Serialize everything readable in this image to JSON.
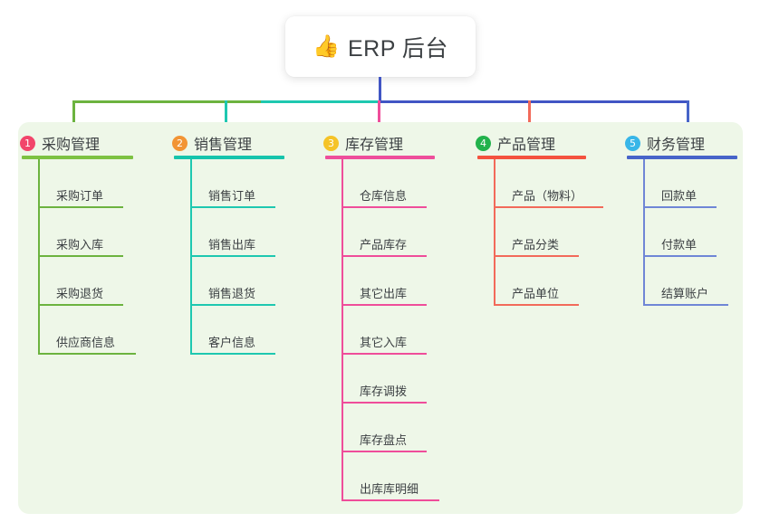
{
  "title": {
    "icon": "thumbs-up-icon",
    "icon_glyph": "👍",
    "text": "ERP 后台"
  },
  "panel": {
    "background_color": "#eef7e8"
  },
  "columns": [
    {
      "number": "1",
      "title": "采购管理",
      "badge_color": "#f2456b",
      "line_color": "#6cb33f",
      "rule_color": "#7dc242",
      "items": [
        {
          "label": "采购订单"
        },
        {
          "label": "采购入库"
        },
        {
          "label": "采购退货"
        },
        {
          "label": "供应商信息"
        }
      ]
    },
    {
      "number": "2",
      "title": "销售管理",
      "badge_color": "#f29434",
      "line_color": "#1ec8b0",
      "rule_color": "#16c4ac",
      "items": [
        {
          "label": "销售订单"
        },
        {
          "label": "销售出库"
        },
        {
          "label": "销售退货"
        },
        {
          "label": "客户信息"
        }
      ]
    },
    {
      "number": "3",
      "title": "库存管理",
      "badge_color": "#f5c327",
      "line_color": "#ef4d9a",
      "rule_color": "#ee4e9b",
      "items": [
        {
          "label": "仓库信息"
        },
        {
          "label": "产品库存"
        },
        {
          "label": "其它出库"
        },
        {
          "label": "其它入库"
        },
        {
          "label": "库存调拨"
        },
        {
          "label": "库存盘点"
        },
        {
          "label": "出库库明细"
        }
      ]
    },
    {
      "number": "4",
      "title": "产品管理",
      "badge_color": "#22b24c",
      "line_color": "#f26a5a",
      "rule_color": "#f4523f",
      "items": [
        {
          "label": "产品（物料）"
        },
        {
          "label": "产品分类"
        },
        {
          "label": "产品单位"
        }
      ]
    },
    {
      "number": "5",
      "title": "财务管理",
      "badge_color": "#38b6e8",
      "line_color": "#6f86d6",
      "rule_color": "#4764c9",
      "items": [
        {
          "label": "回款单"
        },
        {
          "label": "付款单"
        },
        {
          "label": "结算账户"
        }
      ]
    }
  ],
  "connectors": {
    "trunk_color": "#4155c4",
    "bus_segments": [
      {
        "color": "#6cb33f"
      },
      {
        "color": "#1ec8b0"
      },
      {
        "color": "#4155c4"
      }
    ]
  }
}
